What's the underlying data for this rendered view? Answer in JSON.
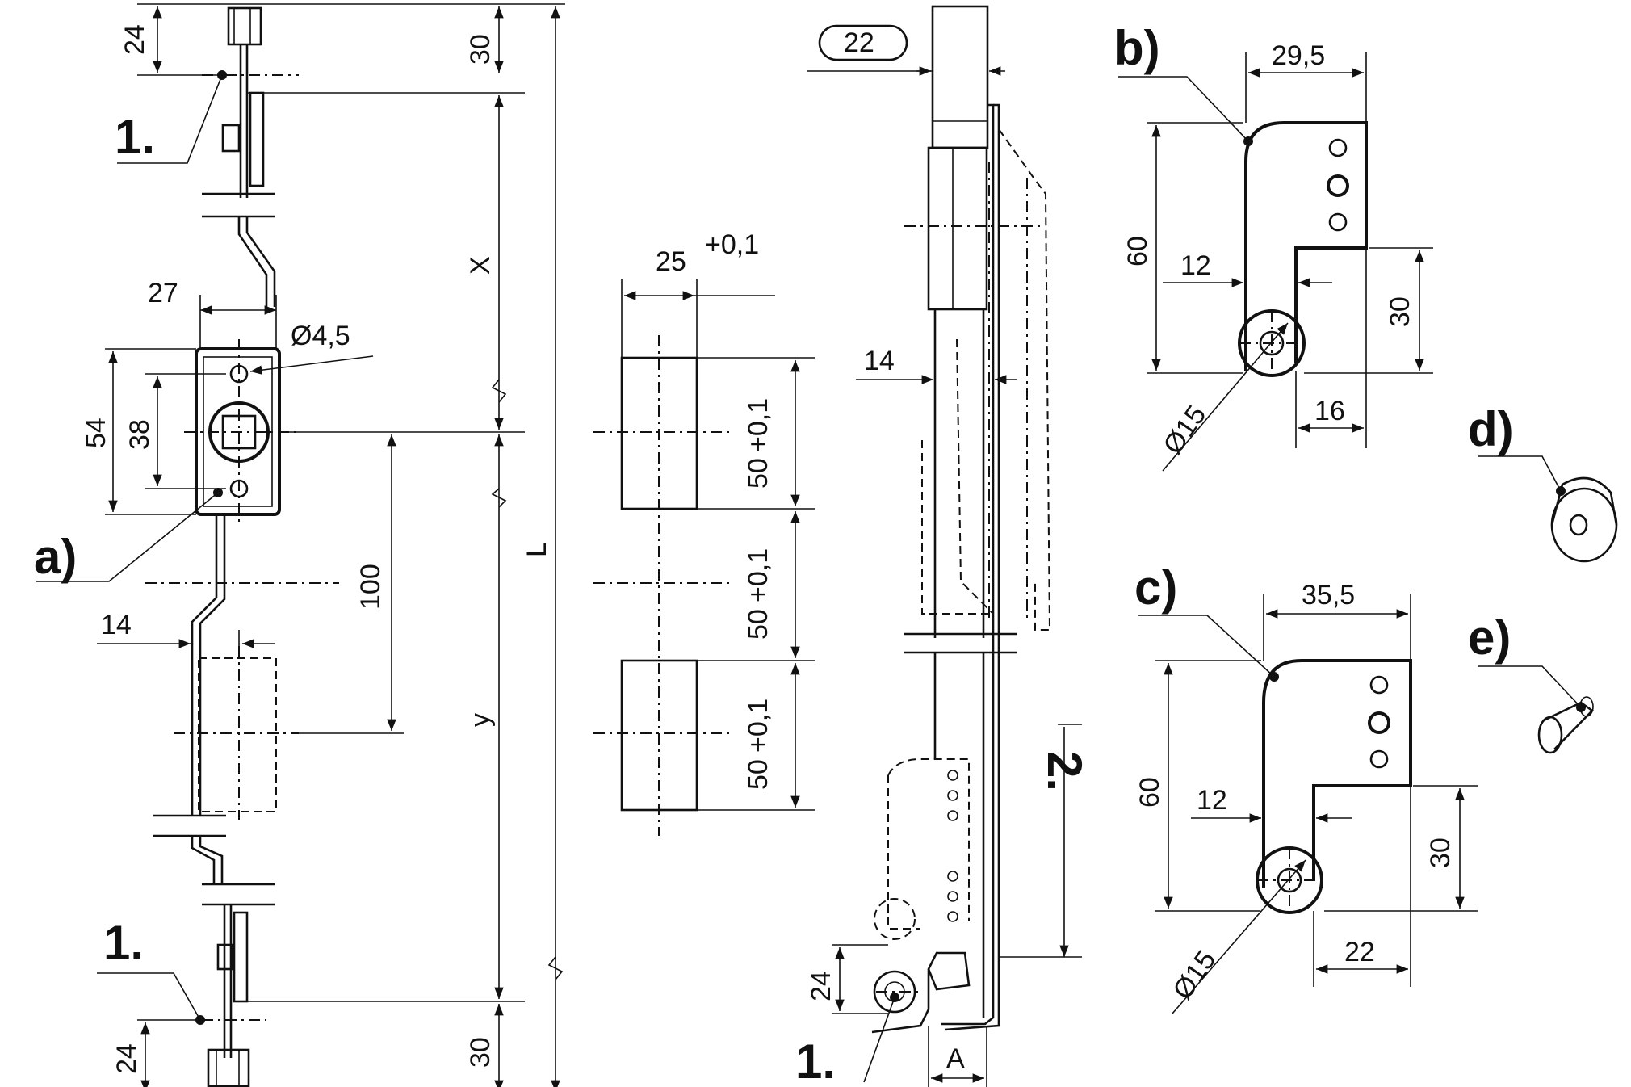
{
  "drawing": {
    "dims": {
      "d24_top": "24",
      "d30_top": "30",
      "dX": "X",
      "d27": "27",
      "d4_5": "Ø4,5",
      "d54": "54",
      "d38": "38",
      "d100": "100",
      "d14_left": "14",
      "dL": "L",
      "dy": "y",
      "d24_bot": "24",
      "d30_bot": "30",
      "d25": "25",
      "d25_tol": "+0,1",
      "d50a": "50",
      "d50a_tol": "+0,1",
      "d50b": "50",
      "d50b_tol": "+0,1",
      "d50c": "50",
      "d50c_tol": "+0,1",
      "d22_box": "22",
      "d14_mid": "14",
      "d24_mid": "24",
      "dA": "A",
      "b_29_5": "29,5",
      "b_60": "60",
      "b_12": "12",
      "b_30": "30",
      "b_d15": "Ø15",
      "b_16": "16",
      "c_35_5": "35,5",
      "c_60": "60",
      "c_12": "12",
      "c_30": "30",
      "c_d15": "Ø15",
      "c_22": "22"
    },
    "labels": {
      "one_top": "1.",
      "one_bot": "1.",
      "one_mid": "1.",
      "two": "2.",
      "a": "a)",
      "b": "b)",
      "c": "c)",
      "d": "d)",
      "e": "e)"
    }
  }
}
